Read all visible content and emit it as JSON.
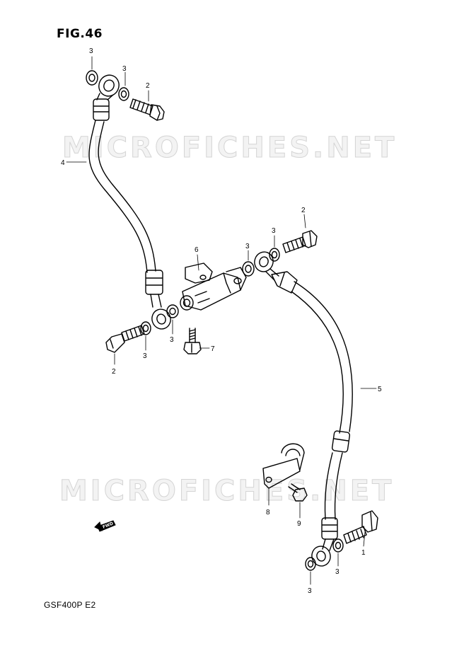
{
  "figure": {
    "title": "FIG.46",
    "model": "GSF400P  E2"
  },
  "watermark": {
    "text_upper": "MICROFICHES.NET",
    "text_lower": "MICROFICHES.NET"
  },
  "direction_badge": {
    "label": "FWD"
  },
  "callouts": {
    "c_3_top_left": "3",
    "c_3_top_mid": "3",
    "c_2_top": "2",
    "c_4": "4",
    "c_6": "6",
    "c_3_left_low": "3",
    "c_3_left_joint": "3",
    "c_2_left": "2",
    "c_7": "7",
    "c_3_mid_a": "3",
    "c_3_mid_b": "3",
    "c_2_right": "2",
    "c_5": "5",
    "c_8": "8",
    "c_9": "9",
    "c_1": "1",
    "c_3_bottom_right": "3",
    "c_3_bottom": "3"
  },
  "colors": {
    "line": "#000000",
    "watermark_fill": "#f3f3f3",
    "watermark_stroke": "#d4d4d4",
    "background": "#ffffff"
  }
}
